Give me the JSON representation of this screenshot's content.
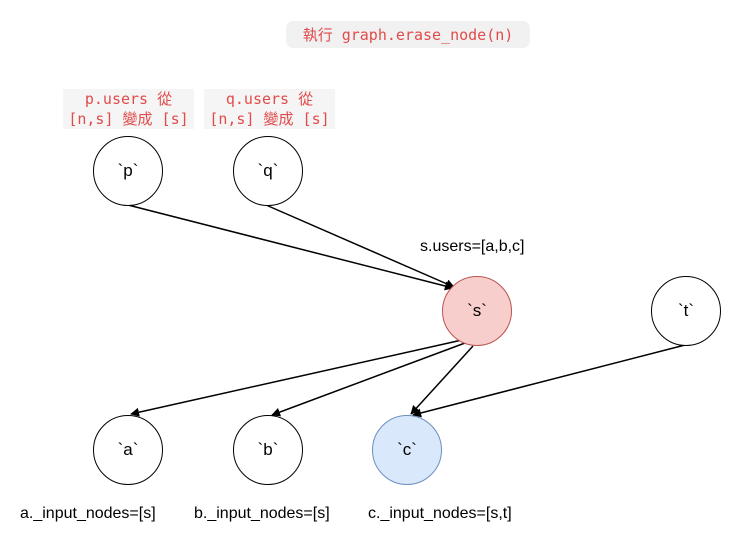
{
  "title": "執行 graph.erase_node(n)",
  "notes": {
    "p": "p.users 從\n[n,s] 變成 [s]",
    "q": "q.users 從\n[n,s] 變成 [s]"
  },
  "nodes": {
    "p": "`p`",
    "q": "`q`",
    "s": "`s`",
    "t": "`t`",
    "a": "`a`",
    "b": "`b`",
    "c": "`c`"
  },
  "labels": {
    "s_users": "s.users=[a,b,c]",
    "a_inputs": "a._input_nodes=[s]",
    "b_inputs": "b._input_nodes=[s]",
    "c_inputs": "c._input_nodes=[s,t]"
  },
  "colors": {
    "highlight_node_fill": "#f8cecc",
    "highlight_node_stroke": "#b85450",
    "focus_node_fill": "#dae8fc",
    "focus_node_stroke": "#6c8ebf",
    "note_text": "#e14b4b"
  },
  "edges": [
    {
      "from": "p",
      "to": "s"
    },
    {
      "from": "q",
      "to": "s"
    },
    {
      "from": "s",
      "to": "a"
    },
    {
      "from": "s",
      "to": "b"
    },
    {
      "from": "s",
      "to": "c"
    },
    {
      "from": "t",
      "to": "c"
    }
  ]
}
